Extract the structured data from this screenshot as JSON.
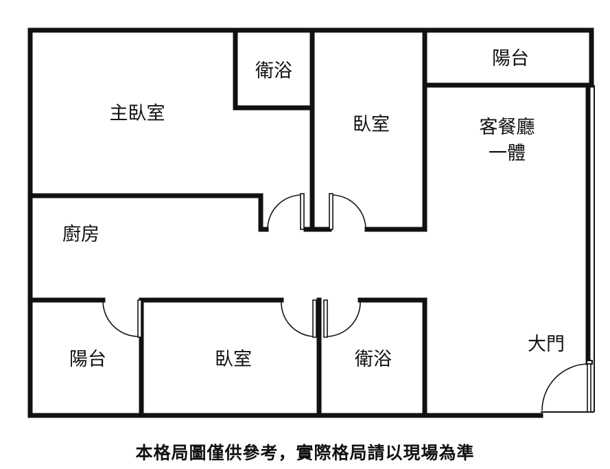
{
  "rooms": {
    "master_bedroom": "主臥室",
    "bathroom_top": "衛浴",
    "bedroom_top": "臥室",
    "balcony_top": "陽台",
    "living_dining_line1": "客餐廳",
    "living_dining_line2": "一體",
    "kitchen": "廚房",
    "balcony_bottom": "陽台",
    "bedroom_bottom": "臥室",
    "bathroom_bottom": "衛浴",
    "main_door": "大門"
  },
  "disclaimer": "本格局圖僅供參考，實際格局請以現場為準",
  "colors": {
    "wall": "#111111",
    "background": "#ffffff"
  }
}
